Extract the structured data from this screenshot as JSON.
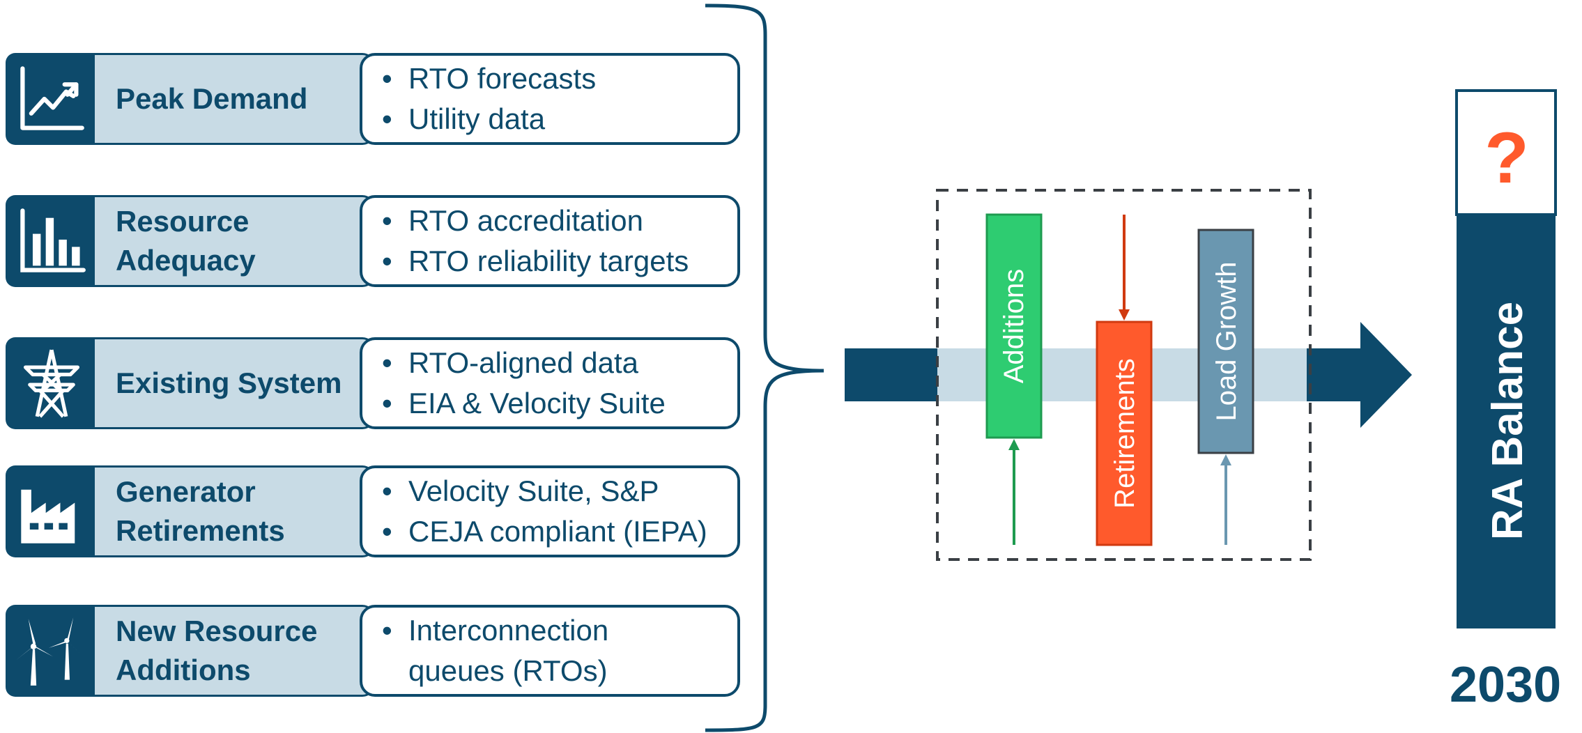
{
  "rows": [
    {
      "title": "Peak Demand",
      "icon": "trend-chart-icon",
      "bullets": [
        "RTO forecasts",
        "Utility data"
      ]
    },
    {
      "title": "Resource\nAdequacy",
      "icon": "bar-chart-icon",
      "bullets": [
        "RTO accreditation",
        "RTO reliability targets"
      ]
    },
    {
      "title": "Existing System",
      "icon": "transmission-tower-icon",
      "bullets": [
        "RTO-aligned data",
        "EIA & Velocity Suite"
      ]
    },
    {
      "title": "Generator\nRetirements",
      "icon": "factory-icon",
      "bullets": [
        "Velocity Suite, S&P",
        "CEJA compliant (IEPA)"
      ]
    },
    {
      "title": "New Resource\nAdditions",
      "icon": "wind-turbine-icon",
      "bullets": [
        "Interconnection",
        "queues (RTOs)"
      ]
    }
  ],
  "waterfall": {
    "additions": "Additions",
    "retirements": "Retirements",
    "load_growth": "Load Growth"
  },
  "result": {
    "label": "RA Balance",
    "unknown": "?",
    "year": "2030"
  },
  "colors": {
    "primary": "#0d4a6b",
    "light": "#c8dbe5",
    "additions": "#2ecc71",
    "retirements": "#ff5a2c",
    "load_growth": "#6a97b0",
    "question": "#ff5a2c"
  }
}
